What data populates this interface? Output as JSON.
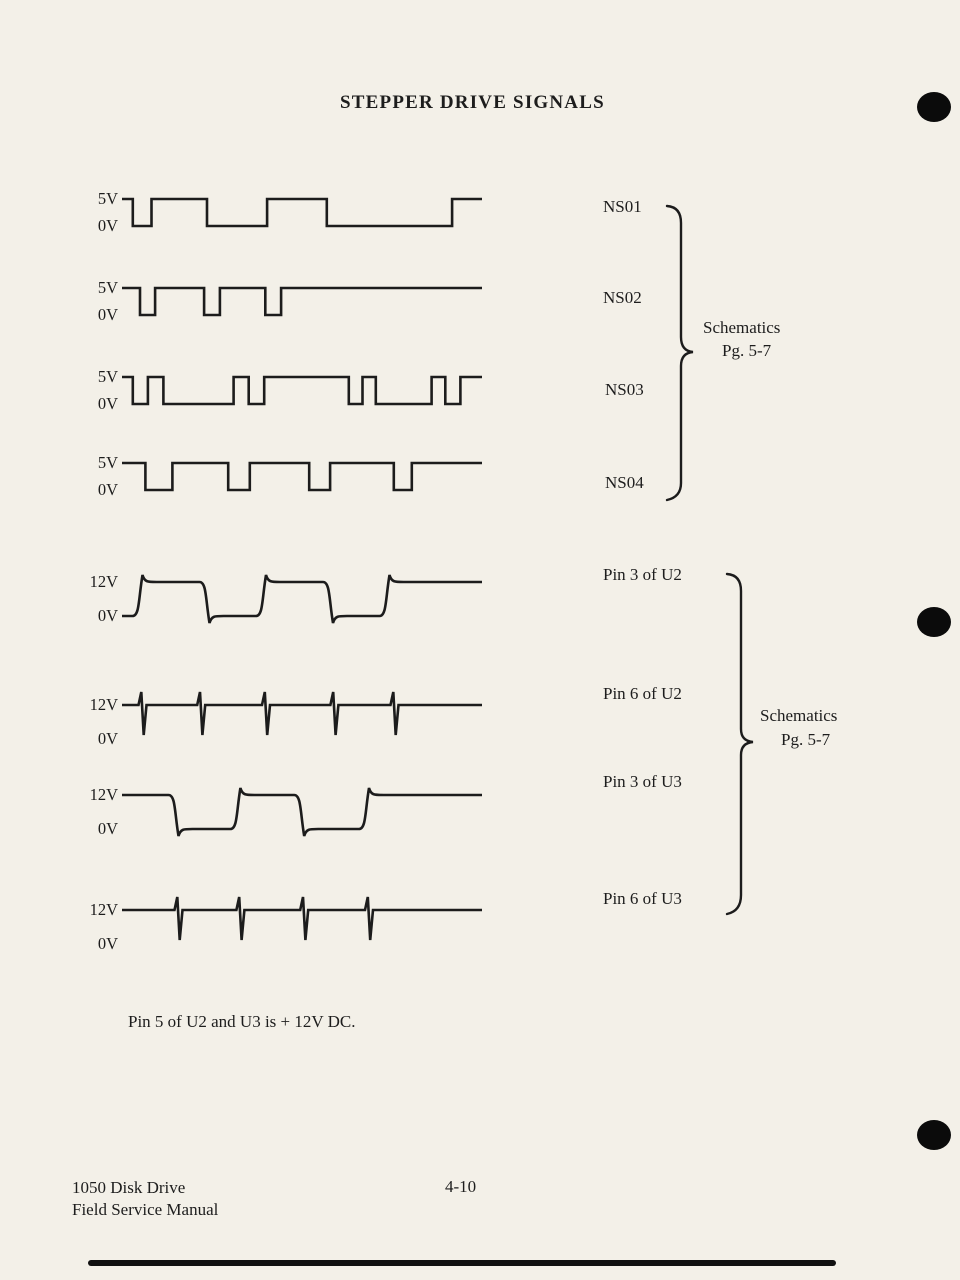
{
  "page": {
    "title": "STEPPER DRIVE SIGNALS",
    "note": "Pin 5 of U2 and U3 is + 12V DC.",
    "footer": {
      "doc_line1": "1050 Disk Drive",
      "doc_line2": "Field Service Manual",
      "page_number": "4-10"
    }
  },
  "groups": [
    {
      "ref_line1": "Schematics",
      "ref_line2": "Pg. 5-7"
    },
    {
      "ref_line1": "Schematics",
      "ref_line2": "Pg. 5-7"
    }
  ],
  "traces": [
    {
      "name": "NS01",
      "top_label": "5V",
      "bottom_label": "0V",
      "type": "square",
      "start": "high",
      "edges": [
        0.03,
        0.082,
        0.236,
        0.403,
        0.569,
        0.917
      ]
    },
    {
      "name": "NS02",
      "top_label": "5V",
      "bottom_label": "0V",
      "type": "square",
      "start": "high",
      "edges": [
        0.05,
        0.092,
        0.228,
        0.272,
        0.398,
        0.442
      ]
    },
    {
      "name": "NS03",
      "top_label": "5V",
      "bottom_label": "0V",
      "type": "square",
      "start": "high",
      "edges": [
        0.03,
        0.072,
        0.115,
        0.31,
        0.352,
        0.395,
        0.63,
        0.668,
        0.705,
        0.86,
        0.898,
        0.94
      ]
    },
    {
      "name": "NS04",
      "top_label": "5V",
      "bottom_label": "0V",
      "type": "square",
      "start": "high",
      "edges": [
        0.065,
        0.14,
        0.295,
        0.355,
        0.52,
        0.578,
        0.755,
        0.805
      ]
    },
    {
      "name": "Pin 3 of U2",
      "top_label": "12V",
      "bottom_label": "0V",
      "type": "rc",
      "start": "low",
      "edges": [
        0.057,
        0.243,
        0.4,
        0.586,
        0.743
      ]
    },
    {
      "name": "Pin 6 of U2",
      "top_label": "12V",
      "bottom_label": "0V",
      "type": "spikes",
      "spikes": [
        0.057,
        0.22,
        0.4,
        0.59,
        0.757
      ]
    },
    {
      "name": "Pin 3 of U3",
      "top_label": "12V",
      "bottom_label": "0V",
      "type": "rc",
      "start": "high",
      "edges": [
        0.157,
        0.329,
        0.506,
        0.686
      ]
    },
    {
      "name": "Pin 6 of U3",
      "top_label": "12V",
      "bottom_label": "0V",
      "type": "spikes",
      "spikes": [
        0.157,
        0.329,
        0.506,
        0.686
      ]
    }
  ]
}
